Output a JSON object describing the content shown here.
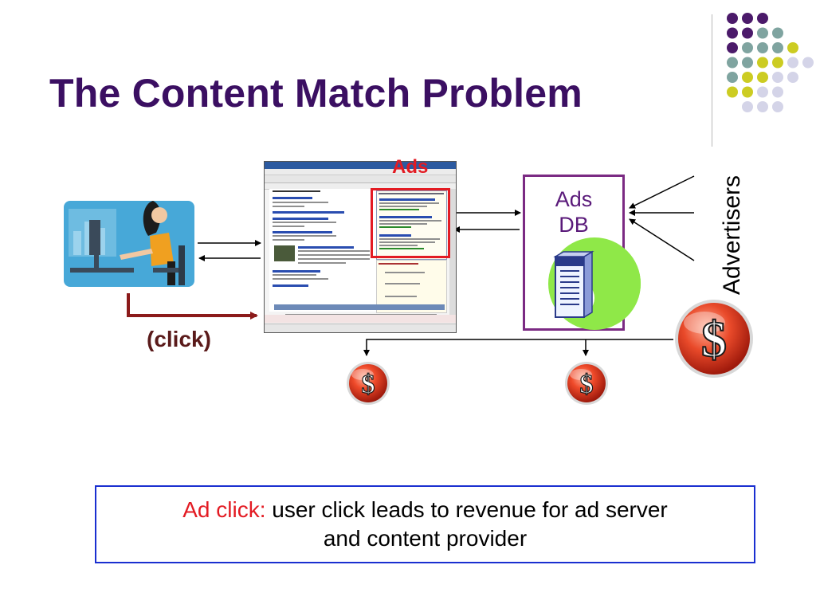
{
  "slide": {
    "title": "The Content Match Problem"
  },
  "diagram": {
    "ads_label": "Ads",
    "ads_db": {
      "line1": "Ads",
      "line2": "DB"
    },
    "advertisers_label": "Advertisers",
    "click_label": "(click)",
    "currency_symbol": "$"
  },
  "caption": {
    "highlight": "Ad click:",
    "line1": " user click leads to revenue for ad server",
    "line2": "and content provider"
  },
  "colors": {
    "title": "#3b0f62",
    "ads_label": "#e31b23",
    "ads_db_border": "#7b2a83",
    "caption_border": "#1a2fd0",
    "click_arrow": "#8b1a1a",
    "dot_purple": "#4b1a6a",
    "dot_teal": "#7fa4a0",
    "dot_yellow": "#cccc22",
    "dot_lavender": "#d4d4e8"
  },
  "icons": [
    "user-at-computer-icon",
    "web-page-screenshot-icon",
    "database-server-icon",
    "dollar-coin-icon"
  ]
}
